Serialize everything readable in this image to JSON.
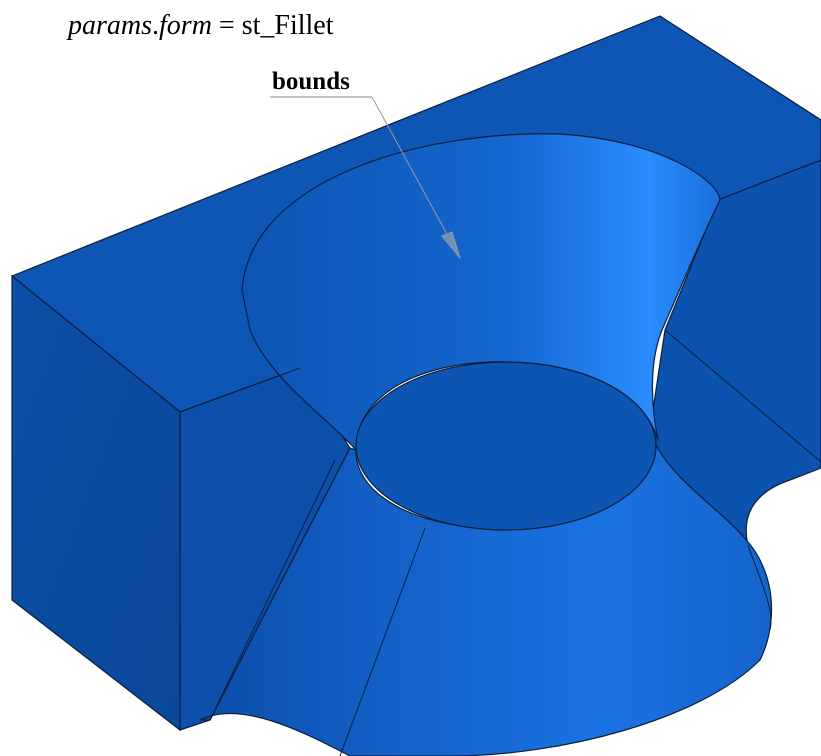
{
  "caption": {
    "var_name": "params",
    "dot": ".",
    "field_name": "form",
    "equals": " = ",
    "value": "st_Fillet"
  },
  "callout": {
    "label": "bounds"
  },
  "colors": {
    "background": "#ffffff",
    "face_dark": "#0a4fa8",
    "face_mid": "#1667d0",
    "face_light": "#2e8fff",
    "edge": "#0b1f3a",
    "leader": "#8a8a8a"
  }
}
